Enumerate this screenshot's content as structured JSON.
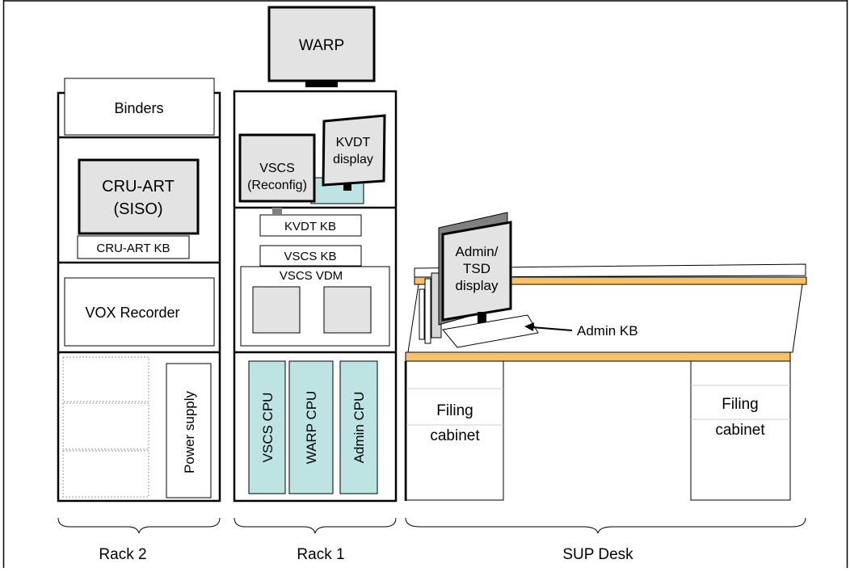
{
  "rack2": {
    "binders": "Binders",
    "cru_art_line1": "CRU-ART",
    "cru_art_line2": "(SISO)",
    "cru_art_kb": "CRU-ART KB",
    "vox_recorder": "VOX Recorder",
    "power_supply": "Power supply",
    "label": "Rack 2"
  },
  "rack1": {
    "warp": "WARP",
    "vscs_line1": "VSCS",
    "vscs_line2": "(Reconfig)",
    "kvdt_line1": "KVDT",
    "kvdt_line2": "display",
    "kvdt_kb": "KVDT KB",
    "vscs_kb": "VSCS KB",
    "vscs_vdm": "VSCS VDM",
    "vscs_cpu": "VSCS CPU",
    "warp_cpu": "WARP CPU",
    "admin_cpu": "Admin CPU",
    "label": "Rack 1"
  },
  "desk": {
    "admin_line1": "Admin/",
    "admin_line2": "TSD",
    "admin_line3": "display",
    "admin_kb": "Admin KB",
    "filing_left_line1": "Filing",
    "filing_left_line2": "cabinet",
    "filing_right_line1": "Filing",
    "filing_right_line2": "cabinet",
    "label": "SUP Desk"
  },
  "colors": {
    "stroke": "#000000",
    "screen_gray": "#e3e3e3",
    "cpu_teal": "#bde3e3",
    "desk_orange": "#f5c26b",
    "stand_gray": "#808080"
  }
}
